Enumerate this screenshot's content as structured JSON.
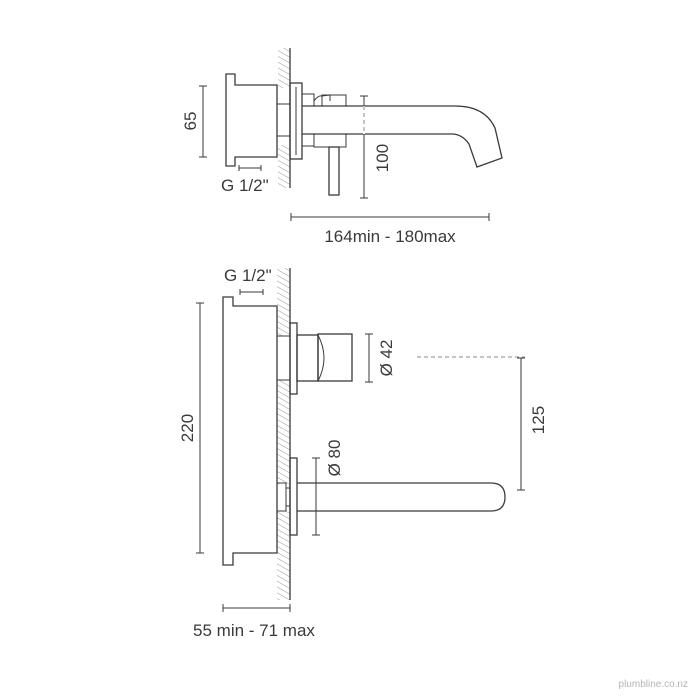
{
  "diagram": {
    "type": "technical-drawing",
    "subject": "wall-mounted bath/basin mixer with spout",
    "line_color": "#3a3a3a",
    "background": "#ffffff"
  },
  "top_view": {
    "labels": {
      "height_box": "65",
      "thread": "G 1/2\"",
      "spout_drop": "100",
      "projection": "164min - 180max"
    }
  },
  "front_view": {
    "labels": {
      "thread": "G 1/2\"",
      "body_height": "220",
      "handle_diameter": "Ø 42",
      "plate_diameter": "Ø 80",
      "handle_to_spout": "125",
      "wall_depth": "55 min - 71 max"
    }
  },
  "watermark": "plumbline.co.nz"
}
